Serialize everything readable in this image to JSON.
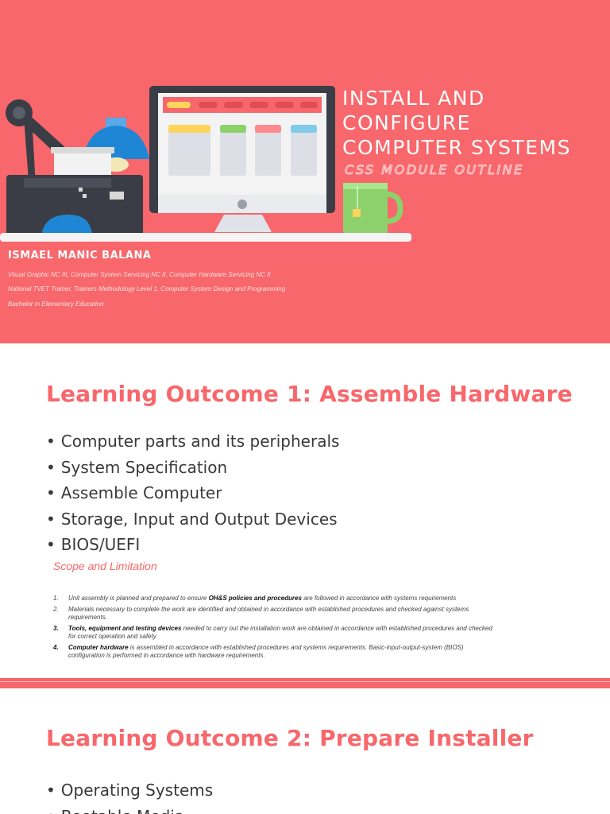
{
  "cover": {
    "title_lines": [
      "INSTALL AND",
      "CONFIGURE",
      "COMPUTER SYSTEMS"
    ],
    "subtitle": "CSS MODULE OUTLINE",
    "author": "ISMAEL MANIC BALANA",
    "credentials": [
      "Visual Graphic NC III, Computer System Servicing NC II, Computer Hardware Servicing NC II",
      "National TVET Trainer, Trainers Methodology Level 1, Computer System Design and Programming",
      "Bachelor in Elementary Education"
    ],
    "illustration": [
      "desk-lamp-icon",
      "printer-icon",
      "monitor-icon",
      "mug-icon"
    ]
  },
  "lo1": {
    "heading": "Learning Outcome 1: Assemble Hardware",
    "bullets": [
      "Computer parts and its peripherals",
      "System Specification",
      "Assemble Computer",
      "Storage, Input and Output Devices",
      "BIOS/UEFI"
    ],
    "scope_label": "Scope and Limitation",
    "outcomes": [
      {
        "num": "1.",
        "pre": "Unit assembly is planned and prepared to ensure ",
        "bold": "OH&S policies and procedures",
        "post": " are followed in accordance with systems requirements"
      },
      {
        "num": "2.",
        "pre": "Materials necessary to complete the work are identified and obtained in accordance with established procedures and checked against systems requirements.",
        "bold": "",
        "post": ""
      },
      {
        "num": "3.",
        "pre": "",
        "bold": "Tools, equipment and testing devices",
        "post": " needed to carry out the installation work are obtained in accordance with established procedures and checked for correct operation and safety"
      },
      {
        "num": "4.",
        "pre": "",
        "bold": "Computer hardware",
        "post": " is assembled in accordance with established procedures and systems requirements. Basic-input-output-system (BIOS) configuration is performed in accordance with hardware requirements."
      }
    ]
  },
  "lo2": {
    "heading": "Learning Outcome 2: Prepare Installer",
    "bullets": [
      "Operating Systems",
      "Bootable Media"
    ]
  },
  "colors": {
    "brand": "#f7676b",
    "white": "#ffffff",
    "text": "#3a3a3a"
  }
}
